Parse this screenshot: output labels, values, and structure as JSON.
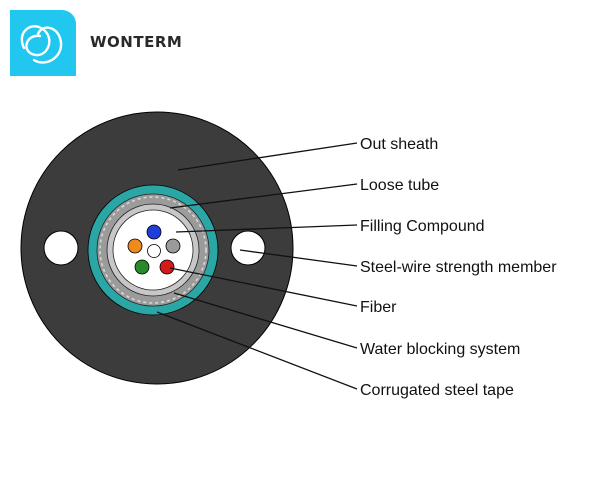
{
  "brand": {
    "name": "WONTERM"
  },
  "callouts": [
    {
      "id": "out-sheath",
      "label": "Out sheath"
    },
    {
      "id": "loose-tube",
      "label": "Loose tube"
    },
    {
      "id": "filling-compound",
      "label": "Filling Compound"
    },
    {
      "id": "steel-wire",
      "label": "Steel-wire strength member"
    },
    {
      "id": "fiber",
      "label": "Fiber"
    },
    {
      "id": "water-blocking",
      "label": "Water blocking system"
    },
    {
      "id": "corrugated-tape",
      "label": "Corrugated steel tape"
    }
  ],
  "colors": {
    "logo_bg": "#22c7ef",
    "sheath": "#3c3c3c",
    "water_blocking": "#2aa7a5",
    "steel_tape": "#9b9b9b",
    "fibers": [
      "#1f3fd8",
      "#9a9a9a",
      "#d41a1a",
      "#2a8a2a",
      "#f08a1c",
      "#ffffff"
    ]
  }
}
